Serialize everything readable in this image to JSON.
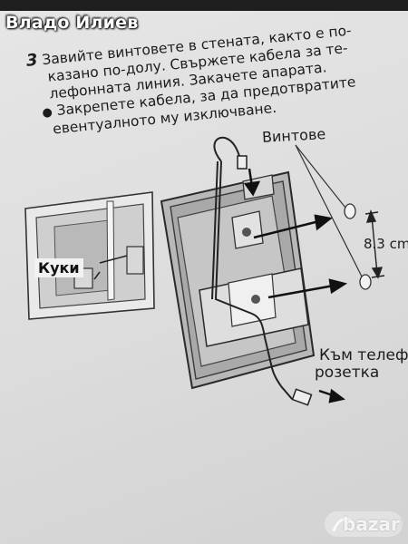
{
  "watermark": {
    "user": "Владо Илиев",
    "site": "bazar"
  },
  "instruction": {
    "step_number": "3",
    "lines": [
      "Завийте винтовете в стената, както е по-",
      "казано по-долу. Свържете кабела за те-",
      "лефонната линия. Закачете апарата."
    ],
    "bullet_glyph": "●",
    "bullet_lines": [
      "Закрепете кабела, за да предотвратите",
      "евентуалното му изключване."
    ]
  },
  "diagram": {
    "screws_label": "Винтове",
    "hooks_label": "Куки",
    "distance_label": "8.3 cm",
    "destination_line1": "Към телеф",
    "destination_line2": "розетка"
  },
  "colors": {
    "ink": "#1c1c1c",
    "paper": "#e2e2e2",
    "device": "#bdbdbd"
  }
}
